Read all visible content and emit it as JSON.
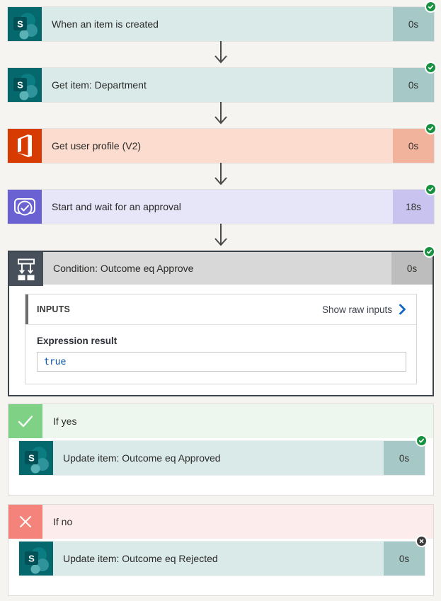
{
  "flow": {
    "nodes": [
      {
        "title": "When an item is created",
        "duration": "0s",
        "connector": "sharepoint",
        "status": "succeeded"
      },
      {
        "title": "Get item: Department",
        "duration": "0s",
        "connector": "sharepoint",
        "status": "succeeded"
      },
      {
        "title": "Get user profile (V2)",
        "duration": "0s",
        "connector": "office365",
        "status": "succeeded"
      },
      {
        "title": "Start and wait for an approval",
        "duration": "18s",
        "connector": "approvals",
        "status": "succeeded"
      }
    ],
    "condition": {
      "title": "Condition: Outcome eq Approve",
      "duration": "0s",
      "status": "succeeded",
      "inputs_label": "INPUTS",
      "show_raw_link": "Show raw inputs",
      "expression_result_label": "Expression result",
      "expression_value": "true"
    },
    "branches": {
      "yes": {
        "label": "If yes",
        "action": {
          "title": "Update item: Outcome eq Approved",
          "duration": "0s",
          "connector": "sharepoint",
          "status": "succeeded"
        }
      },
      "no": {
        "label": "If no",
        "action": {
          "title": "Update item: Outcome eq Rejected",
          "duration": "0s",
          "connector": "sharepoint",
          "status": "skipped"
        }
      }
    }
  },
  "icons": {
    "sharepoint-icon": "SharePoint logo (teal square with S and circles)",
    "office-icon": "Office 365 logo (orange square with white O fold)",
    "approvals-icon": "approval card with check circle",
    "condition-icon": "branch split with two arrows",
    "success-badge-icon": "white checkmark in green circle",
    "skipped-badge-icon": "white x in dark gray circle",
    "arrow-down-icon": "downward connector arrow",
    "check-icon": "white checkmark",
    "x-icon": "white cross",
    "chevron-right-icon": "blue chevron right"
  },
  "colors": {
    "sharepoint_accent": "#036c70",
    "sharepoint_body": "#daeae8",
    "sharepoint_duration": "#a6c8c6",
    "office_accent": "#d83b01",
    "office_body": "#fcdcce",
    "approvals_accent": "#6a62d2",
    "approvals_body": "#e7e5f8",
    "condition_accent": "#47505a",
    "condition_body": "#d8d8d8",
    "success_green": "#17913f",
    "skipped_gray": "#3a3a3a",
    "branch_yes_green": "#7fd185",
    "branch_no_red": "#f4837b",
    "chevron_blue": "#1267c1",
    "expression_value_blue": "#0451a5",
    "page_background": "#f5f4f1"
  }
}
